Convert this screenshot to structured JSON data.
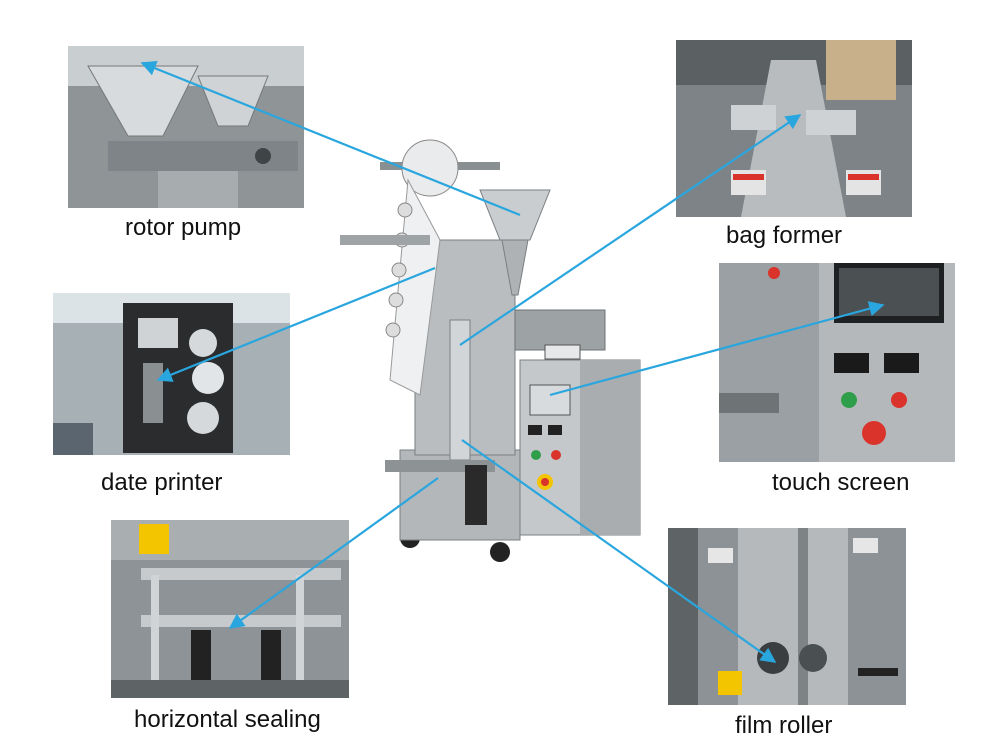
{
  "colors": {
    "arrow": "#2aa6df",
    "steel": "#a8adb0",
    "steel_dark": "#6e7376",
    "button_red": "#d9332b",
    "button_green": "#2f9e4a",
    "warning_yellow": "#f2c500"
  },
  "callouts": [
    {
      "id": "rotor-pump",
      "label": "rotor pump"
    },
    {
      "id": "bag-former",
      "label": "bag former"
    },
    {
      "id": "date-printer",
      "label": "date printer"
    },
    {
      "id": "touch-screen",
      "label": "touch screen"
    },
    {
      "id": "horizontal-sealing",
      "label": "horizontal sealing"
    },
    {
      "id": "film-roller",
      "label": "film roller"
    }
  ]
}
